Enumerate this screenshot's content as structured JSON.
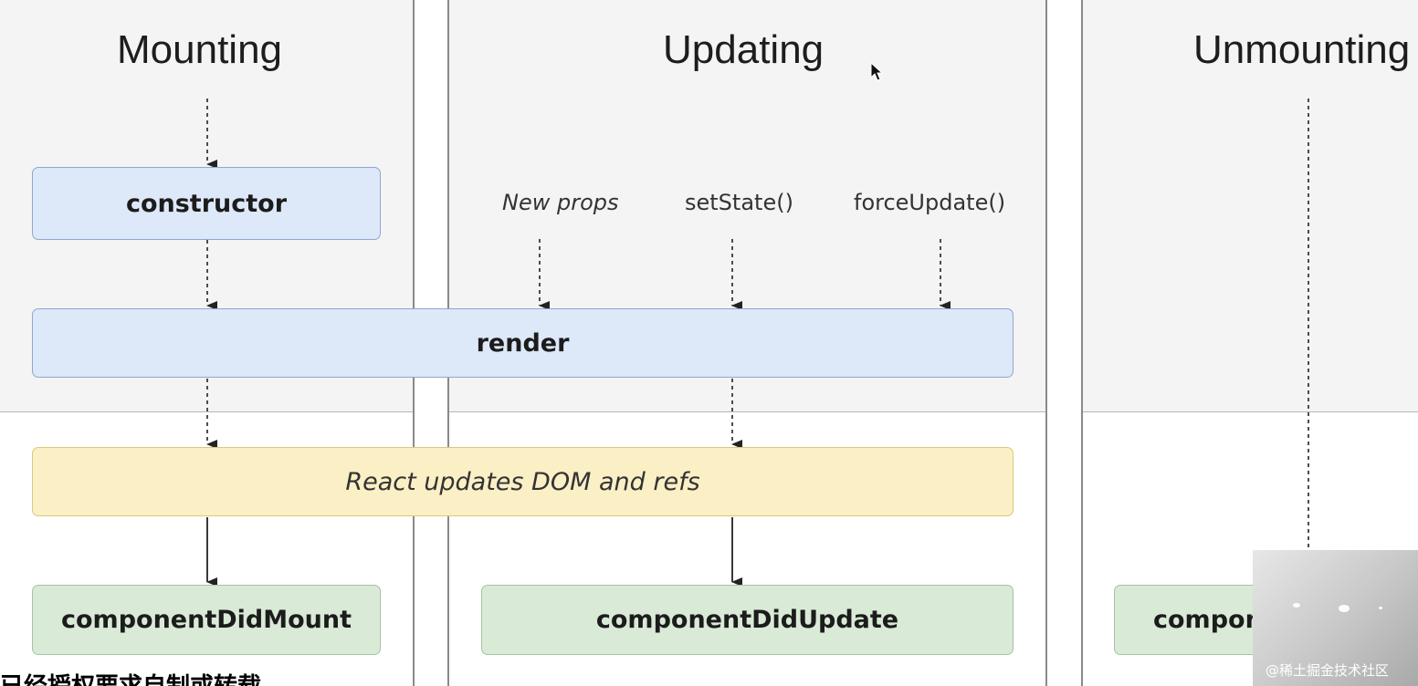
{
  "phases": {
    "mounting": "Mounting",
    "updating": "Updating",
    "unmounting": "Unmounting"
  },
  "triggers": {
    "new_props": "New props",
    "set_state": "setState()",
    "force_update": "forceUpdate()"
  },
  "methods": {
    "constructor": "constructor",
    "render": "render",
    "dom_update": "React updates DOM and refs",
    "did_mount": "componentDidMount",
    "did_update": "componentDidUpdate",
    "will_unmount": "compon"
  },
  "caption": "已经授权要求自制或转载",
  "watermark": "@稀土掘金技术社区",
  "colors": {
    "render_phase_bg": "#f4f4f4",
    "method_blue": "#dde8f9",
    "dom_yellow": "#fbefc6",
    "lifecycle_green": "#d9ead7"
  }
}
